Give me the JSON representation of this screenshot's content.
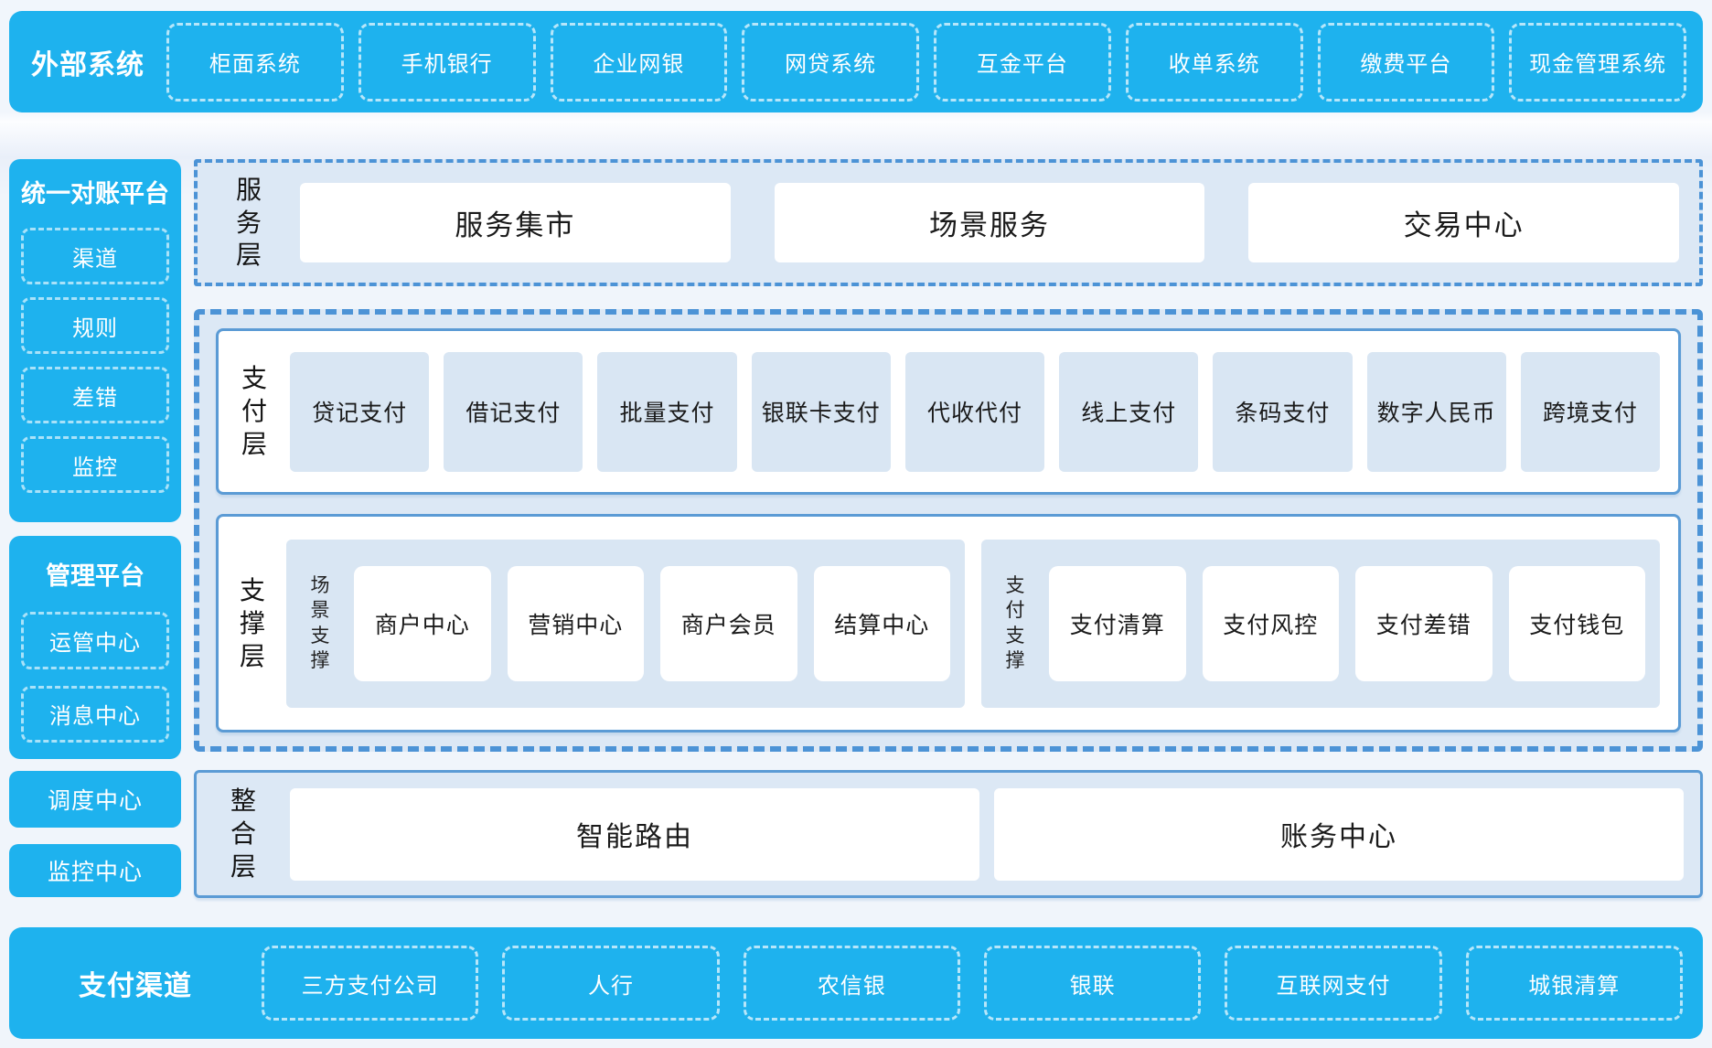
{
  "colors": {
    "accent_blue": "#1eb2ee",
    "panel_blue": "#dce8f5",
    "border_blue": "#5b9bd5",
    "dashed_blue": "#4c93d6",
    "tile_blue": "#d9e6f3"
  },
  "top_bar": {
    "title": "外部系统",
    "items": [
      "柜面系统",
      "手机银行",
      "企业网银",
      "网贷系统",
      "互金平台",
      "收单系统",
      "缴费平台",
      "现金管理系统"
    ]
  },
  "sidebar": {
    "recon": {
      "title": "统一对账平台",
      "items": [
        "渠道",
        "规则",
        "差错",
        "监控"
      ]
    },
    "management": {
      "title": "管理平台",
      "items": [
        "运管中心",
        "消息中心"
      ]
    },
    "dispatch_center": "调度中心",
    "monitor_center": "监控中心"
  },
  "layers": {
    "service": {
      "label": "服务层",
      "items": [
        "服务集市",
        "场景服务",
        "交易中心"
      ]
    },
    "payment": {
      "label": "支付层",
      "items": [
        "贷记支付",
        "借记支付",
        "批量支付",
        "银联卡支付",
        "代收代付",
        "线上支付",
        "条码支付",
        "数字人民币",
        "跨境支付"
      ]
    },
    "support": {
      "label": "支撑层",
      "groups": [
        {
          "label": "场景支撑",
          "items": [
            "商户中心",
            "营销中心",
            "商户会员",
            "结算中心"
          ]
        },
        {
          "label": "支付支撑",
          "items": [
            "支付清算",
            "支付风控",
            "支付差错",
            "支付钱包"
          ]
        }
      ]
    },
    "integration": {
      "label": "整合层",
      "items": [
        "智能路由",
        "账务中心"
      ]
    }
  },
  "bottom_bar": {
    "title": "支付渠道",
    "items": [
      "三方支付公司",
      "人行",
      "农信银",
      "银联",
      "互联网支付",
      "城银清算"
    ]
  }
}
